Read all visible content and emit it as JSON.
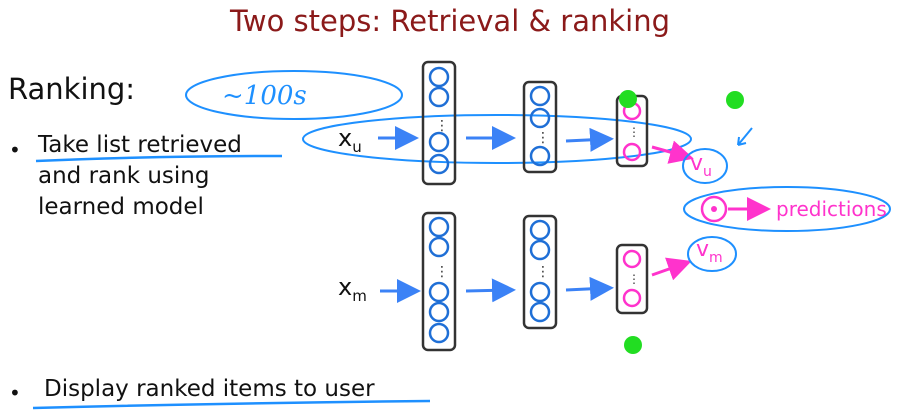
{
  "title": "Two steps: Retrieval & ranking",
  "heading": "Ranking:",
  "handwritten_note": "~100s",
  "bullets": [
    {
      "lines": [
        "Take list retrieved",
        "and rank using",
        "learned model"
      ]
    },
    {
      "lines": [
        "Display ranked items to user"
      ]
    }
  ],
  "diagram": {
    "user_input": {
      "base": "x",
      "sub": "u"
    },
    "movie_input": {
      "base": "x",
      "sub": "m"
    },
    "user_vector": {
      "base": "v",
      "sub": "u"
    },
    "movie_vector": {
      "base": "v",
      "sub": "m"
    },
    "output_label": "predictions"
  },
  "colors": {
    "title": "#8b1a1a",
    "network_blue": "#1f6fd6",
    "arrow_blue": "#3b82f6",
    "output_magenta": "#ff33cc",
    "annotation_blue": "#1e90ff",
    "dot_green": "#22dd22"
  }
}
